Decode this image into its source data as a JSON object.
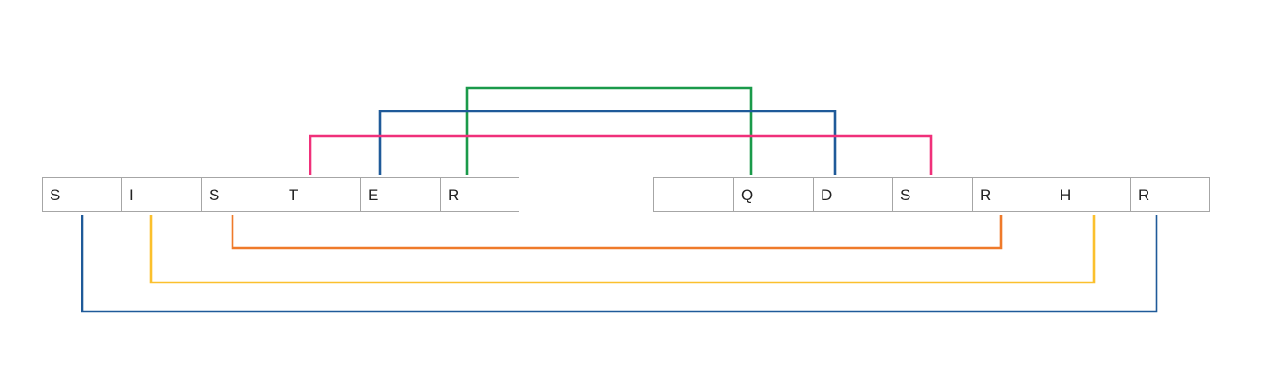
{
  "left_row": {
    "cells": [
      {
        "label": "S"
      },
      {
        "label": "I"
      },
      {
        "label": "S"
      },
      {
        "label": "T"
      },
      {
        "label": "E"
      },
      {
        "label": "R"
      }
    ]
  },
  "right_row": {
    "cells": [
      {
        "label": ""
      },
      {
        "label": "Q"
      },
      {
        "label": "D"
      },
      {
        "label": "S"
      },
      {
        "label": "R"
      },
      {
        "label": "H"
      },
      {
        "label": "R"
      }
    ]
  },
  "connectors": [
    {
      "id": "green",
      "color": "#1a9a4a",
      "from": "left_row.5",
      "to": "right_row.1",
      "side": "top"
    },
    {
      "id": "blue-top",
      "color": "#1f5a99",
      "from": "left_row.4",
      "to": "right_row.2",
      "side": "top"
    },
    {
      "id": "pink",
      "color": "#f0307a",
      "from": "left_row.3",
      "to": "right_row.3",
      "side": "top"
    },
    {
      "id": "orange",
      "color": "#ef7a2a",
      "from": "left_row.2",
      "to": "right_row.4",
      "side": "bottom"
    },
    {
      "id": "yellow",
      "color": "#fbc02d",
      "from": "left_row.1",
      "to": "right_row.5",
      "side": "bottom"
    },
    {
      "id": "blue-bottom",
      "color": "#1f5a99",
      "from": "left_row.0",
      "to": "right_row.6",
      "side": "bottom"
    }
  ]
}
